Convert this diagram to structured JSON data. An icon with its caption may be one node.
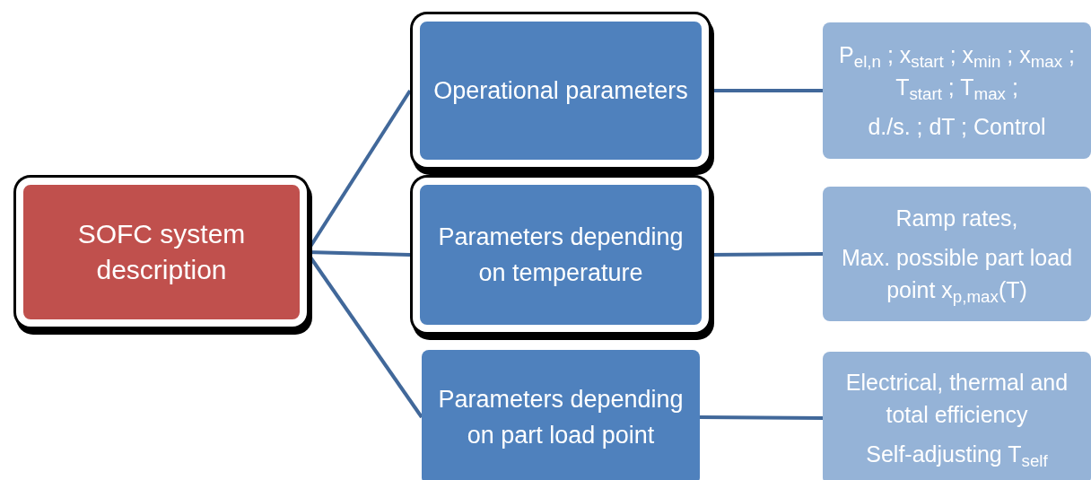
{
  "diagram": {
    "nodes": [
      {
        "text": [
          "SOFC system description"
        ]
      },
      {
        "text": [
          "Operational parameters"
        ]
      },
      {
        "text": [
          "Parameters depending on temperature"
        ]
      },
      {
        "text": [
          "Parameters depending on part load point"
        ]
      },
      {
        "text": [
          "P$_{el,n}$ ; x$_{start}$ ; x$_{min}$ ; x$_{max}$ ; T$_{start}$ ; T$_{max}$ ;",
          "d./s. ; dT ; Control"
        ]
      },
      {
        "text": [
          "Ramp rates,",
          "Max. possible part load point x$_{p,max}$(T)"
        ]
      },
      {
        "text": [
          "Electrical, thermal and total efficiency",
          "Self-adjusting T$_{self}$"
        ]
      }
    ],
    "edges": [
      {
        "from": 0,
        "to": 1,
        "arrow": "none"
      },
      {
        "from": 0,
        "to": 2,
        "arrow": "none"
      },
      {
        "from": 0,
        "to": 3,
        "arrow": "none"
      },
      {
        "from": 1,
        "to": 4,
        "arrow": "none"
      },
      {
        "from": 2,
        "to": 5,
        "arrow": "none"
      },
      {
        "from": 3,
        "to": 6,
        "arrow": "none"
      }
    ]
  }
}
